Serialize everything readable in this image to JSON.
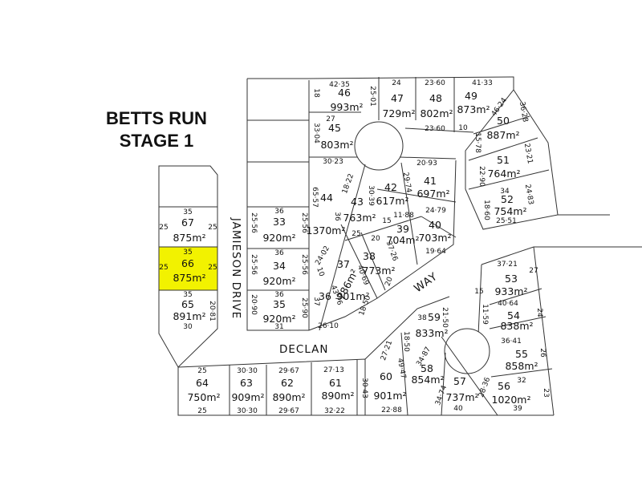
{
  "title": {
    "line1": "BETTS RUN",
    "line2": "STAGE 1"
  },
  "streets": {
    "jamieson": "JAMIESON DRIVE",
    "declan": "DECLAN",
    "way": "WAY"
  },
  "highlight_color": "#f2f200",
  "lots": {
    "l33": {
      "num": "33",
      "area": "920m²"
    },
    "l34": {
      "num": "34",
      "area": "920m²"
    },
    "l35": {
      "num": "35",
      "area": "920m²"
    },
    "l36": {
      "num": "36",
      "area": "901m²"
    },
    "l37": {
      "num": "37",
      "area": "786m²"
    },
    "l38": {
      "num": "38",
      "area": "773m²"
    },
    "l39": {
      "num": "39",
      "area": "704m²"
    },
    "l40": {
      "num": "40",
      "area": "703m²"
    },
    "l41": {
      "num": "41",
      "area": "697m²"
    },
    "l42": {
      "num": "42",
      "area": "617m²"
    },
    "l43": {
      "num": "43",
      "area": "763m²"
    },
    "l44": {
      "num": "44",
      "area": "1370m²"
    },
    "l45": {
      "num": "45",
      "area": "803m²"
    },
    "l46": {
      "num": "46",
      "area": "993m²"
    },
    "l47": {
      "num": "47",
      "area": "729m²"
    },
    "l48": {
      "num": "48",
      "area": "802m²"
    },
    "l49": {
      "num": "49",
      "area": "873m²"
    },
    "l50": {
      "num": "50",
      "area": "887m²"
    },
    "l51": {
      "num": "51",
      "area": "764m²"
    },
    "l52": {
      "num": "52",
      "area": "754m²"
    },
    "l53": {
      "num": "53",
      "area": "933m²"
    },
    "l54": {
      "num": "54",
      "area": "838m²"
    },
    "l55": {
      "num": "55",
      "area": "858m²"
    },
    "l56": {
      "num": "56",
      "area": "1020m²"
    },
    "l57": {
      "num": "57",
      "area": "737m²"
    },
    "l58": {
      "num": "58",
      "area": "854m²"
    },
    "l59": {
      "num": "59",
      "area": "833m²"
    },
    "l60": {
      "num": "60",
      "area": "901m²"
    },
    "l61": {
      "num": "61",
      "area": "890m²"
    },
    "l62": {
      "num": "62",
      "area": "890m²"
    },
    "l63": {
      "num": "63",
      "area": "909m²"
    },
    "l64": {
      "num": "64",
      "area": "750m²"
    },
    "l65": {
      "num": "65",
      "area": "891m²"
    },
    "l66": {
      "num": "66",
      "area": "875m²"
    },
    "l67": {
      "num": "67",
      "area": "875m²"
    }
  },
  "dims": {
    "d1": "42·35",
    "d2": "24",
    "d3": "23·60",
    "d4": "41·33",
    "d5": "18",
    "d6": "25·01",
    "d7": "27",
    "d8": "33·04",
    "d9": "23·60",
    "d10": "10",
    "d11": "15·78",
    "d12": "46·24",
    "d13": "36·28",
    "d14": "23·21",
    "d15": "22·90",
    "d16": "30·23",
    "d17": "20·93",
    "d18": "18·22",
    "d19": "30·39",
    "d20": "29·74",
    "d21": "34",
    "d22": "24·83",
    "d23": "18·60",
    "d24": "25·51",
    "d25": "24·79",
    "d26": "11·88",
    "d27": "15",
    "d28": "65·57",
    "d29": "36",
    "d30": "25",
    "d31": "20",
    "d32": "19·64",
    "d33": "37·26",
    "d34": "24·02",
    "d35": "40·69",
    "d36": "10",
    "d37": "20",
    "d38": "18·50",
    "d39": "43·76",
    "d40": "37",
    "d41": "26·10",
    "d42": "36",
    "d43": "25·56",
    "d44": "25·56",
    "d45": "36",
    "d46": "25·56",
    "d47": "25·56",
    "d48": "36",
    "d49": "20·90",
    "d50": "25·90",
    "d51": "31",
    "d52": "35",
    "d53": "25",
    "d54": "25",
    "d55": "35",
    "d56": "25",
    "d57": "25",
    "d58": "35",
    "d59": "20·81",
    "d60": "30",
    "d61": "37·21",
    "d62": "27",
    "d63": "15",
    "d64": "40·64",
    "d65": "24",
    "d66": "11·59",
    "d67": "36·41",
    "d68": "26",
    "d69": "32",
    "d70": "23",
    "d71": "39",
    "d72": "38",
    "d73": "21·50",
    "d74": "18·50",
    "d75": "34·87",
    "d76": "27·21",
    "d77": "49·47",
    "d78": "34·74",
    "d79": "28·36",
    "d80": "40",
    "d81": "25",
    "d82": "30·30",
    "d83": "29·67",
    "d84": "27·13",
    "d85": "30·43",
    "d86": "25",
    "d87": "30·30",
    "d88": "29·67",
    "d89": "32·22",
    "d90": "22·88"
  }
}
